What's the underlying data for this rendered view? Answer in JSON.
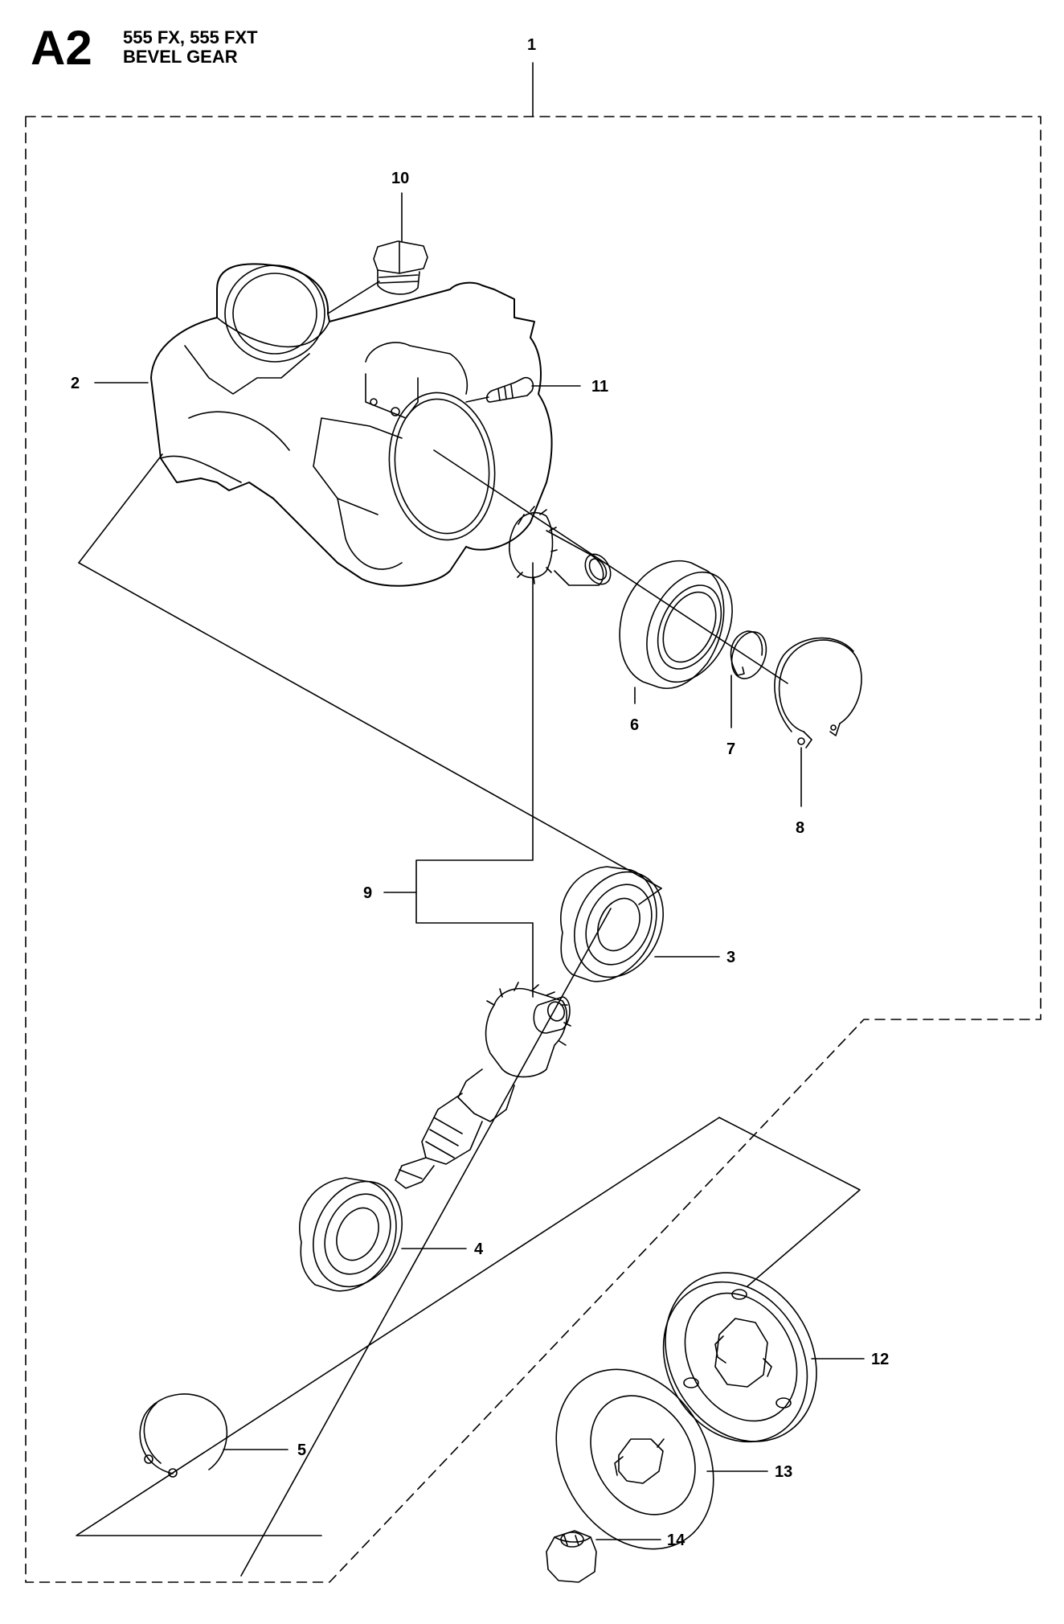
{
  "section": {
    "code": "A2",
    "models": "555 FX, 555 FXT",
    "title": "BEVEL GEAR"
  },
  "callouts": [
    "1",
    "2",
    "3",
    "4",
    "5",
    "6",
    "7",
    "8",
    "9",
    "10",
    "11",
    "12",
    "13",
    "14"
  ]
}
